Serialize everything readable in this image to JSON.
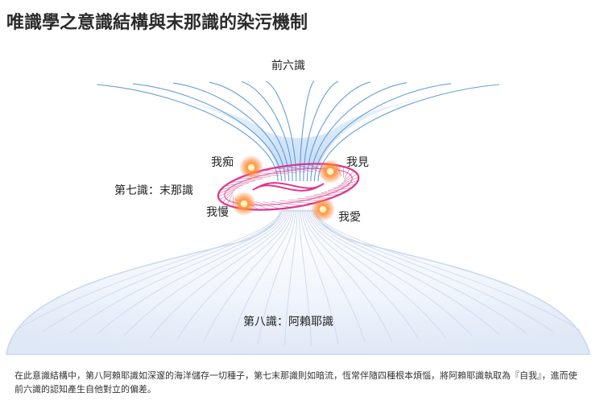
{
  "title": "唯識學之意識結構與末那識的染污機制",
  "diagram": {
    "top_label": "前六識",
    "seventh_label": "第七識：末那識",
    "eighth_label": "第八識：阿賴耶識",
    "afflictions": [
      "我痴",
      "我見",
      "我慢",
      "我愛"
    ]
  },
  "caption": "在此意識結構中，第八阿賴耶識如深邃的海洋儲存一切種子，第七末那識則如暗流，恆常伴隨四種根本煩惱，將阿賴耶識執取為『自我』，進而使前六識的認知產生自他對立的偏差。",
  "colors": {
    "upper_flow": "#4a8fd8",
    "lower_flow": "#c7d6ee",
    "vortex": "#e0348f",
    "glow": "#ff7a3c"
  }
}
